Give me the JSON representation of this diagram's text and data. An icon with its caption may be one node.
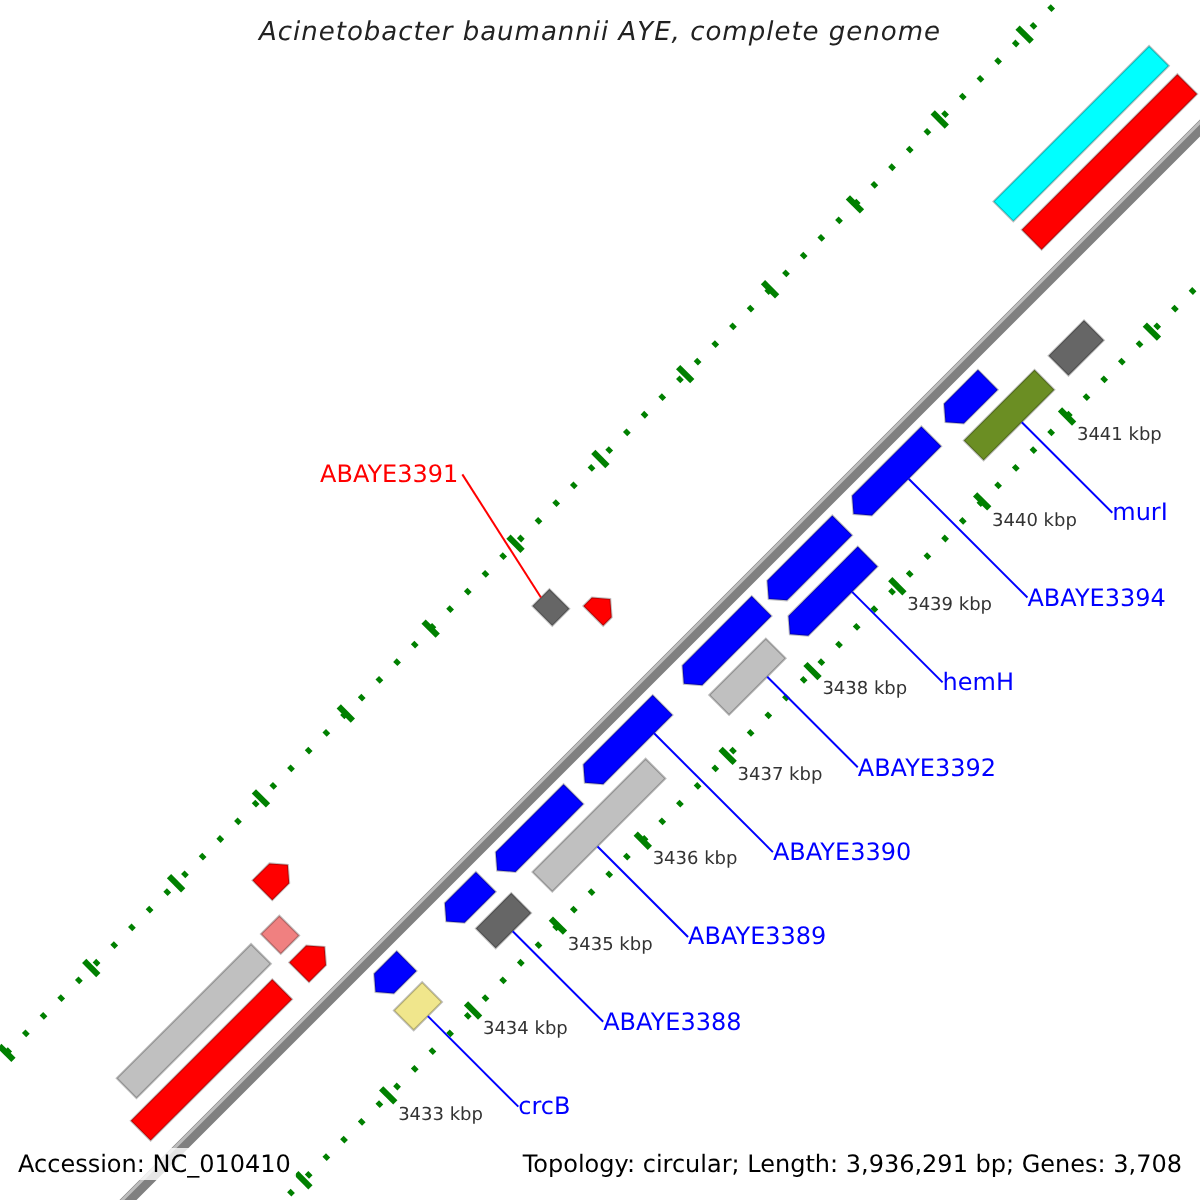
{
  "diagram": {
    "title": "Acinetobacter baumannii AYE, complete genome",
    "nodes": [
      {
        "text": [
          "ABAYE3391"
        ]
      },
      {
        "text": [],
        "shape": "diamond"
      },
      {
        "text": [
          "murI"
        ]
      },
      {
        "text": [],
        "shape": "bar"
      },
      {
        "text": [
          "ABAYE3394"
        ]
      },
      {
        "text": [],
        "shape": "pentagon"
      },
      {
        "text": [
          "hemH"
        ]
      },
      {
        "text": [],
        "shape": "pentagon"
      },
      {
        "text": [
          "ABAYE3392"
        ]
      },
      {
        "text": [],
        "shape": "bar"
      },
      {
        "text": [
          "ABAYE3390"
        ]
      },
      {
        "text": [],
        "shape": "pentagon"
      },
      {
        "text": [
          "ABAYE3389"
        ]
      },
      {
        "text": [],
        "shape": "bar"
      },
      {
        "text": [
          "ABAYE3388"
        ]
      },
      {
        "text": [],
        "shape": "bar"
      },
      {
        "text": [
          "crcB"
        ]
      },
      {
        "text": [],
        "shape": "bar"
      },
      {
        "text": [],
        "shape": "pentagon"
      },
      {
        "text": [],
        "shape": "pentagon"
      },
      {
        "text": [],
        "shape": "pentagon"
      },
      {
        "text": [],
        "shape": "pentagon"
      },
      {
        "text": [],
        "shape": "pentagon"
      },
      {
        "text": [],
        "shape": "pentagon"
      },
      {
        "text": [],
        "shape": "bar"
      },
      {
        "text": [],
        "shape": "pentagon"
      },
      {
        "text": [],
        "shape": "bar"
      },
      {
        "text": [],
        "shape": "bar"
      },
      {
        "text": [],
        "shape": "pentagon"
      },
      {
        "text": [],
        "shape": "diamond"
      },
      {
        "text": [],
        "shape": "pentagon"
      },
      {
        "text": [],
        "shape": "bar"
      },
      {
        "text": [],
        "shape": "bar"
      }
    ],
    "edges": [
      {
        "from": 0,
        "to": 1,
        "arrow": "none",
        "color": "#ff0000"
      },
      {
        "from": 2,
        "to": 3,
        "arrow": "none"
      },
      {
        "from": 4,
        "to": 5,
        "arrow": "none"
      },
      {
        "from": 6,
        "to": 7,
        "arrow": "none"
      },
      {
        "from": 8,
        "to": 9,
        "arrow": "none"
      },
      {
        "from": 10,
        "to": 11,
        "arrow": "none"
      },
      {
        "from": 12,
        "to": 13,
        "arrow": "none"
      },
      {
        "from": 14,
        "to": 15,
        "arrow": "none"
      },
      {
        "from": 16,
        "to": 17,
        "arrow": "none"
      }
    ],
    "labels": [
      "3441 kbp",
      "3440 kbp",
      "3439 kbp",
      "3438 kbp",
      "3437 kbp",
      "3436 kbp",
      "3435 kbp",
      "3434 kbp",
      "3433 kbp",
      "Accession: NC_010410",
      "Topology: circular; Length: 3,936,291 bp; Genes: 3,708"
    ]
  }
}
